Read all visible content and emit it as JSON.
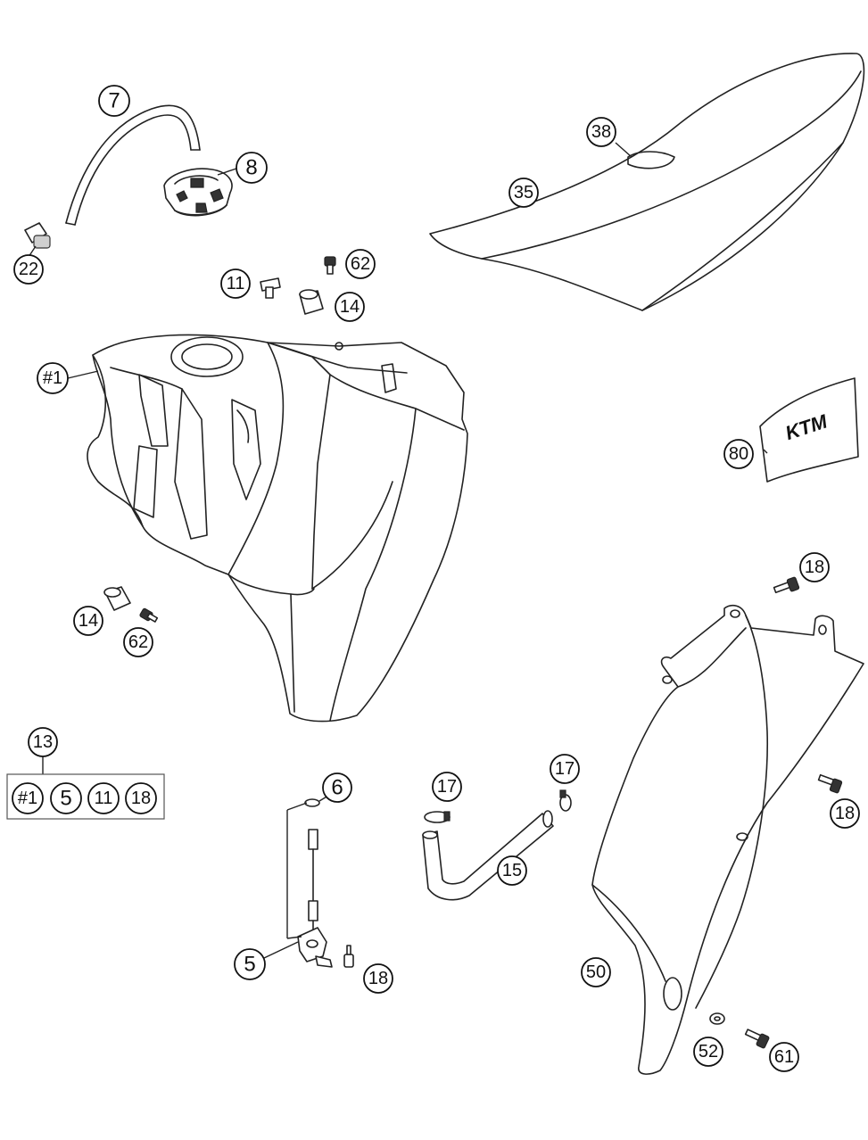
{
  "diagram": {
    "callouts": [
      {
        "id": "c7",
        "label": "7"
      },
      {
        "id": "c8",
        "label": "8"
      },
      {
        "id": "c22",
        "label": "22"
      },
      {
        "id": "c11",
        "label": "11"
      },
      {
        "id": "c62a",
        "label": "62"
      },
      {
        "id": "c14a",
        "label": "14"
      },
      {
        "id": "c38",
        "label": "38"
      },
      {
        "id": "c35",
        "label": "35"
      },
      {
        "id": "c1",
        "label": "#1"
      },
      {
        "id": "c80",
        "label": "80"
      },
      {
        "id": "c18a",
        "label": "18"
      },
      {
        "id": "c14b",
        "label": "14"
      },
      {
        "id": "c62b",
        "label": "62"
      },
      {
        "id": "c13",
        "label": "13"
      },
      {
        "id": "k1",
        "label": "#1"
      },
      {
        "id": "k5",
        "label": "5"
      },
      {
        "id": "k11",
        "label": "11"
      },
      {
        "id": "k18",
        "label": "18"
      },
      {
        "id": "c6",
        "label": "6"
      },
      {
        "id": "c17a",
        "label": "17"
      },
      {
        "id": "c17b",
        "label": "17"
      },
      {
        "id": "c15",
        "label": "15"
      },
      {
        "id": "c18b",
        "label": "18"
      },
      {
        "id": "c5",
        "label": "5"
      },
      {
        "id": "c18c",
        "label": "18"
      },
      {
        "id": "c50",
        "label": "50"
      },
      {
        "id": "c52",
        "label": "52"
      },
      {
        "id": "c61",
        "label": "61"
      }
    ],
    "decal_logo": "KTM"
  }
}
